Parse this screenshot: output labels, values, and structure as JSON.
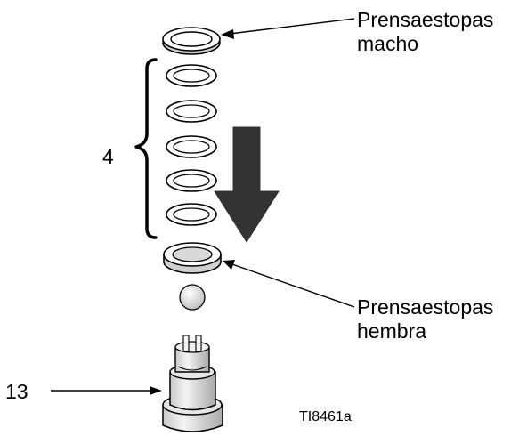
{
  "labels": {
    "male_adapter": [
      "Prensaestopas",
      "macho"
    ],
    "female_adapter": [
      "Prensaestopas",
      "hembra"
    ],
    "packing_count": "4",
    "part_number": "13",
    "figure_ref": "TI8461a"
  },
  "colors": {
    "line": "#000000",
    "ring_fill": "#ffffff",
    "ring_shade": "#b8b8b8",
    "arrow": "#333333"
  },
  "icons": {
    "direction_arrow": "down-arrow-icon",
    "ball": "ball-icon",
    "fitting": "fitting-icon"
  }
}
